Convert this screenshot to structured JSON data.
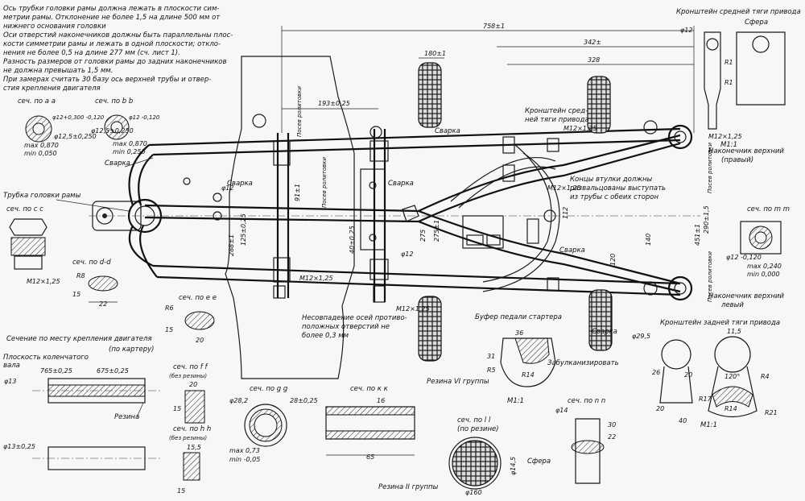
{
  "notes": {
    "lines": [
      "Ось трубки головки рамы должна лежать в плоскости сим-",
      "метрии рамы. Отклонение не более 1,5 на длине 500 мм от",
      "нижнего основания головки",
      "Оси отверстий наконечников должны быть параллельны плос-",
      "кости симметрии рамы и лежать в одной плоскости; откло-",
      "нения не более 0,5 на длине 277 мм (сч. лист 1).",
      "Разность размеров от головки рамы до задних наконечников",
      "не должна превышать 1,5 мм.",
      "При замерах считать 30 базу ось верхней трубы и отвер-",
      "стия крепления двигателя"
    ]
  },
  "labels": {
    "sec_a": "сеч. по а а",
    "sec_b": "сеч. по b b",
    "sec_c": "сеч. по с с",
    "sec_d": "сеч. по d-d",
    "sec_e": "сеч. по е е",
    "sec_f": "сеч. по f f",
    "sec_f_sub": "(без резины)",
    "sec_h": "сеч. по h h",
    "sec_h_sub": "(без резины)",
    "sec_g": "сеч. по g g",
    "sec_k": "сеч. по к к",
    "sec_l": "сеч. по l l",
    "sec_l_sub": "(по резине)",
    "sec_n": "сеч. по n n",
    "sec_m": "сеч. по m m",
    "engine_section": "Сечение по месту крепления двигателя",
    "engine_section_sub": "(по картеру)",
    "crank_plane": "Плоскость коленчатого",
    "crank_shaft": "вала",
    "head_tube": "Трубка головки рамы",
    "weld": "Сварка",
    "weld2": "Сварка",
    "weld3": "Сварка",
    "weld4": "Сварка",
    "weld5": "Сварка",
    "weld6": "Сварка",
    "bracket_mid": "Кронштейн сред-",
    "bracket_mid2": "ней тяги привода",
    "bracket_mid_title": "Кронштейн средней тяги привода",
    "bracket_rear_title": "Кронштейн задней тяги привода",
    "bushing_note1": "Концы втулки должны",
    "bushing_note2": "развальцованы выступать",
    "bushing_note3": "из трубы с обеих сторон",
    "tip_upper_right": "Наконечник верхний",
    "tip_upper_right2": "(правый)",
    "tip_upper_left": "Наконечник верхний",
    "tip_upper_left2": "левый",
    "misalign1": "Несовпадение осей противо-",
    "misalign2": "положных отверстий не",
    "misalign3": "более 0,3 мм",
    "buffer": "Буфер педали стартера",
    "rubber_vi": "Резина VI группы",
    "rubber_ii": "Резина II группы",
    "rubber": "Резина",
    "vulcanize": "Забулканизировать",
    "wheel_axis_1": "Посев ролитовки",
    "wheel_axis_2": "Посев ролитовки",
    "wheel_axis_3": "Посев ролитовки",
    "wheel_axis_4": "Посев ролитовки",
    "sphere": "Сфера",
    "sphere2": "Сфера",
    "scale1": "М1:1",
    "scale2": "М1:1",
    "scale3": "М1:1"
  },
  "dims": {
    "d758": "758±1",
    "d342": "342±",
    "d328": "328",
    "d180": "180±1",
    "d193": "193±0,25",
    "d91": "91±1",
    "d125": "125±0,25",
    "d288": "288±1",
    "d40": "40±0,25",
    "d275": "275",
    "d275b": "275±1",
    "d120": "120",
    "d140": "140",
    "d290": "290±1,5",
    "d451": "451±1",
    "d112": "112",
    "m12_a": "М12×1,25",
    "m12_b": "М12×1,25",
    "m12_c": "М12×1,25",
    "m12_d": "М12×1,25",
    "m12_e": "М12×1,25",
    "phi12": "φ12",
    "phi12b": "φ12",
    "phi12c": "φ12",
    "phi12_tol": "φ12+0,300 -0,120",
    "phi125": "φ12,5±0,250",
    "phi12_2": "φ12 -0,120",
    "max087": "max 0,870",
    "min005": "min 0,050",
    "max0870": "max 0,870",
    "min0250": "min 0,250",
    "max073": "max 0,73",
    "min005b": "min -0,05",
    "max024": "max 0,240",
    "min000": "min 0,000",
    "phi282": "φ28,2",
    "d28": "28±0,25",
    "d765": "765±0,25",
    "d675": "675±0,25",
    "phi13": "φ13",
    "phi13_25": "φ13±0,25",
    "phi295": "φ29,5",
    "phi14": "φ14",
    "r1": "R1",
    "r1b": "R1",
    "r8": "R8",
    "r6": "R6",
    "r5": "R5",
    "r14": "R14",
    "r4": "R4",
    "r17": "R17",
    "r21": "R21",
    "a120": "120°",
    "d36": "36",
    "d31": "31",
    "d20": "20",
    "d20b": "20",
    "d20c": "20",
    "d22": "22",
    "d15": "15",
    "d15b": "15",
    "d15c": "15",
    "d155": "15,5",
    "d115": "11,5",
    "d40b": "40",
    "d26": "26",
    "d65": "65",
    "d30": "30",
    "d16": "16",
    "d22b": "22",
    "phi145": "φ14,5",
    "phi160": "φ160"
  }
}
